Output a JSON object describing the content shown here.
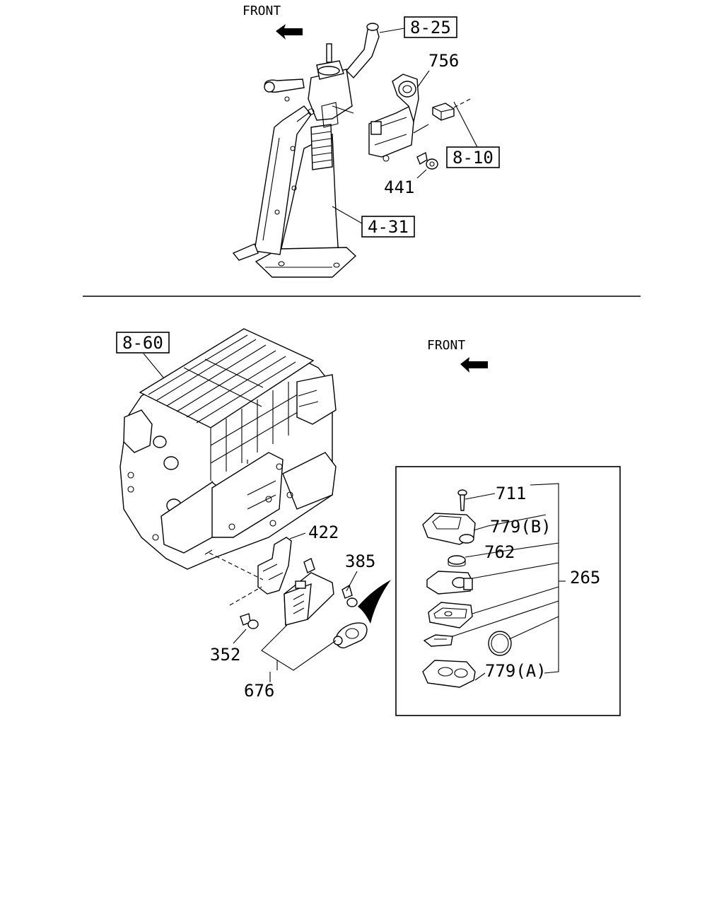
{
  "top_section": {
    "front_label": "FRONT",
    "refs": {
      "r825": "8-25",
      "r810": "8-10",
      "r431": "4-31"
    },
    "parts": {
      "p756": "756",
      "p441": "441"
    },
    "icons": [
      "front-arrow-icon",
      "steering-column-icon",
      "bracket-icon",
      "connector-icon",
      "bolt-icon"
    ]
  },
  "bottom_section": {
    "front_label": "FRONT",
    "refs": {
      "r860": "8-60"
    },
    "parts": {
      "p422": "422",
      "p385": "385",
      "p352": "352",
      "p676": "676"
    },
    "icons": [
      "front-arrow-icon",
      "hvac-unit-icon",
      "control-module-icon",
      "key-fob-icon",
      "screw-icon"
    ]
  },
  "detail_box": {
    "parts": {
      "p711": "711",
      "p779b": "779(B)",
      "p762": "762",
      "p265": "265",
      "p779a": "779(A)"
    }
  },
  "colors": {
    "ink": "#000000",
    "paper": "#ffffff"
  }
}
